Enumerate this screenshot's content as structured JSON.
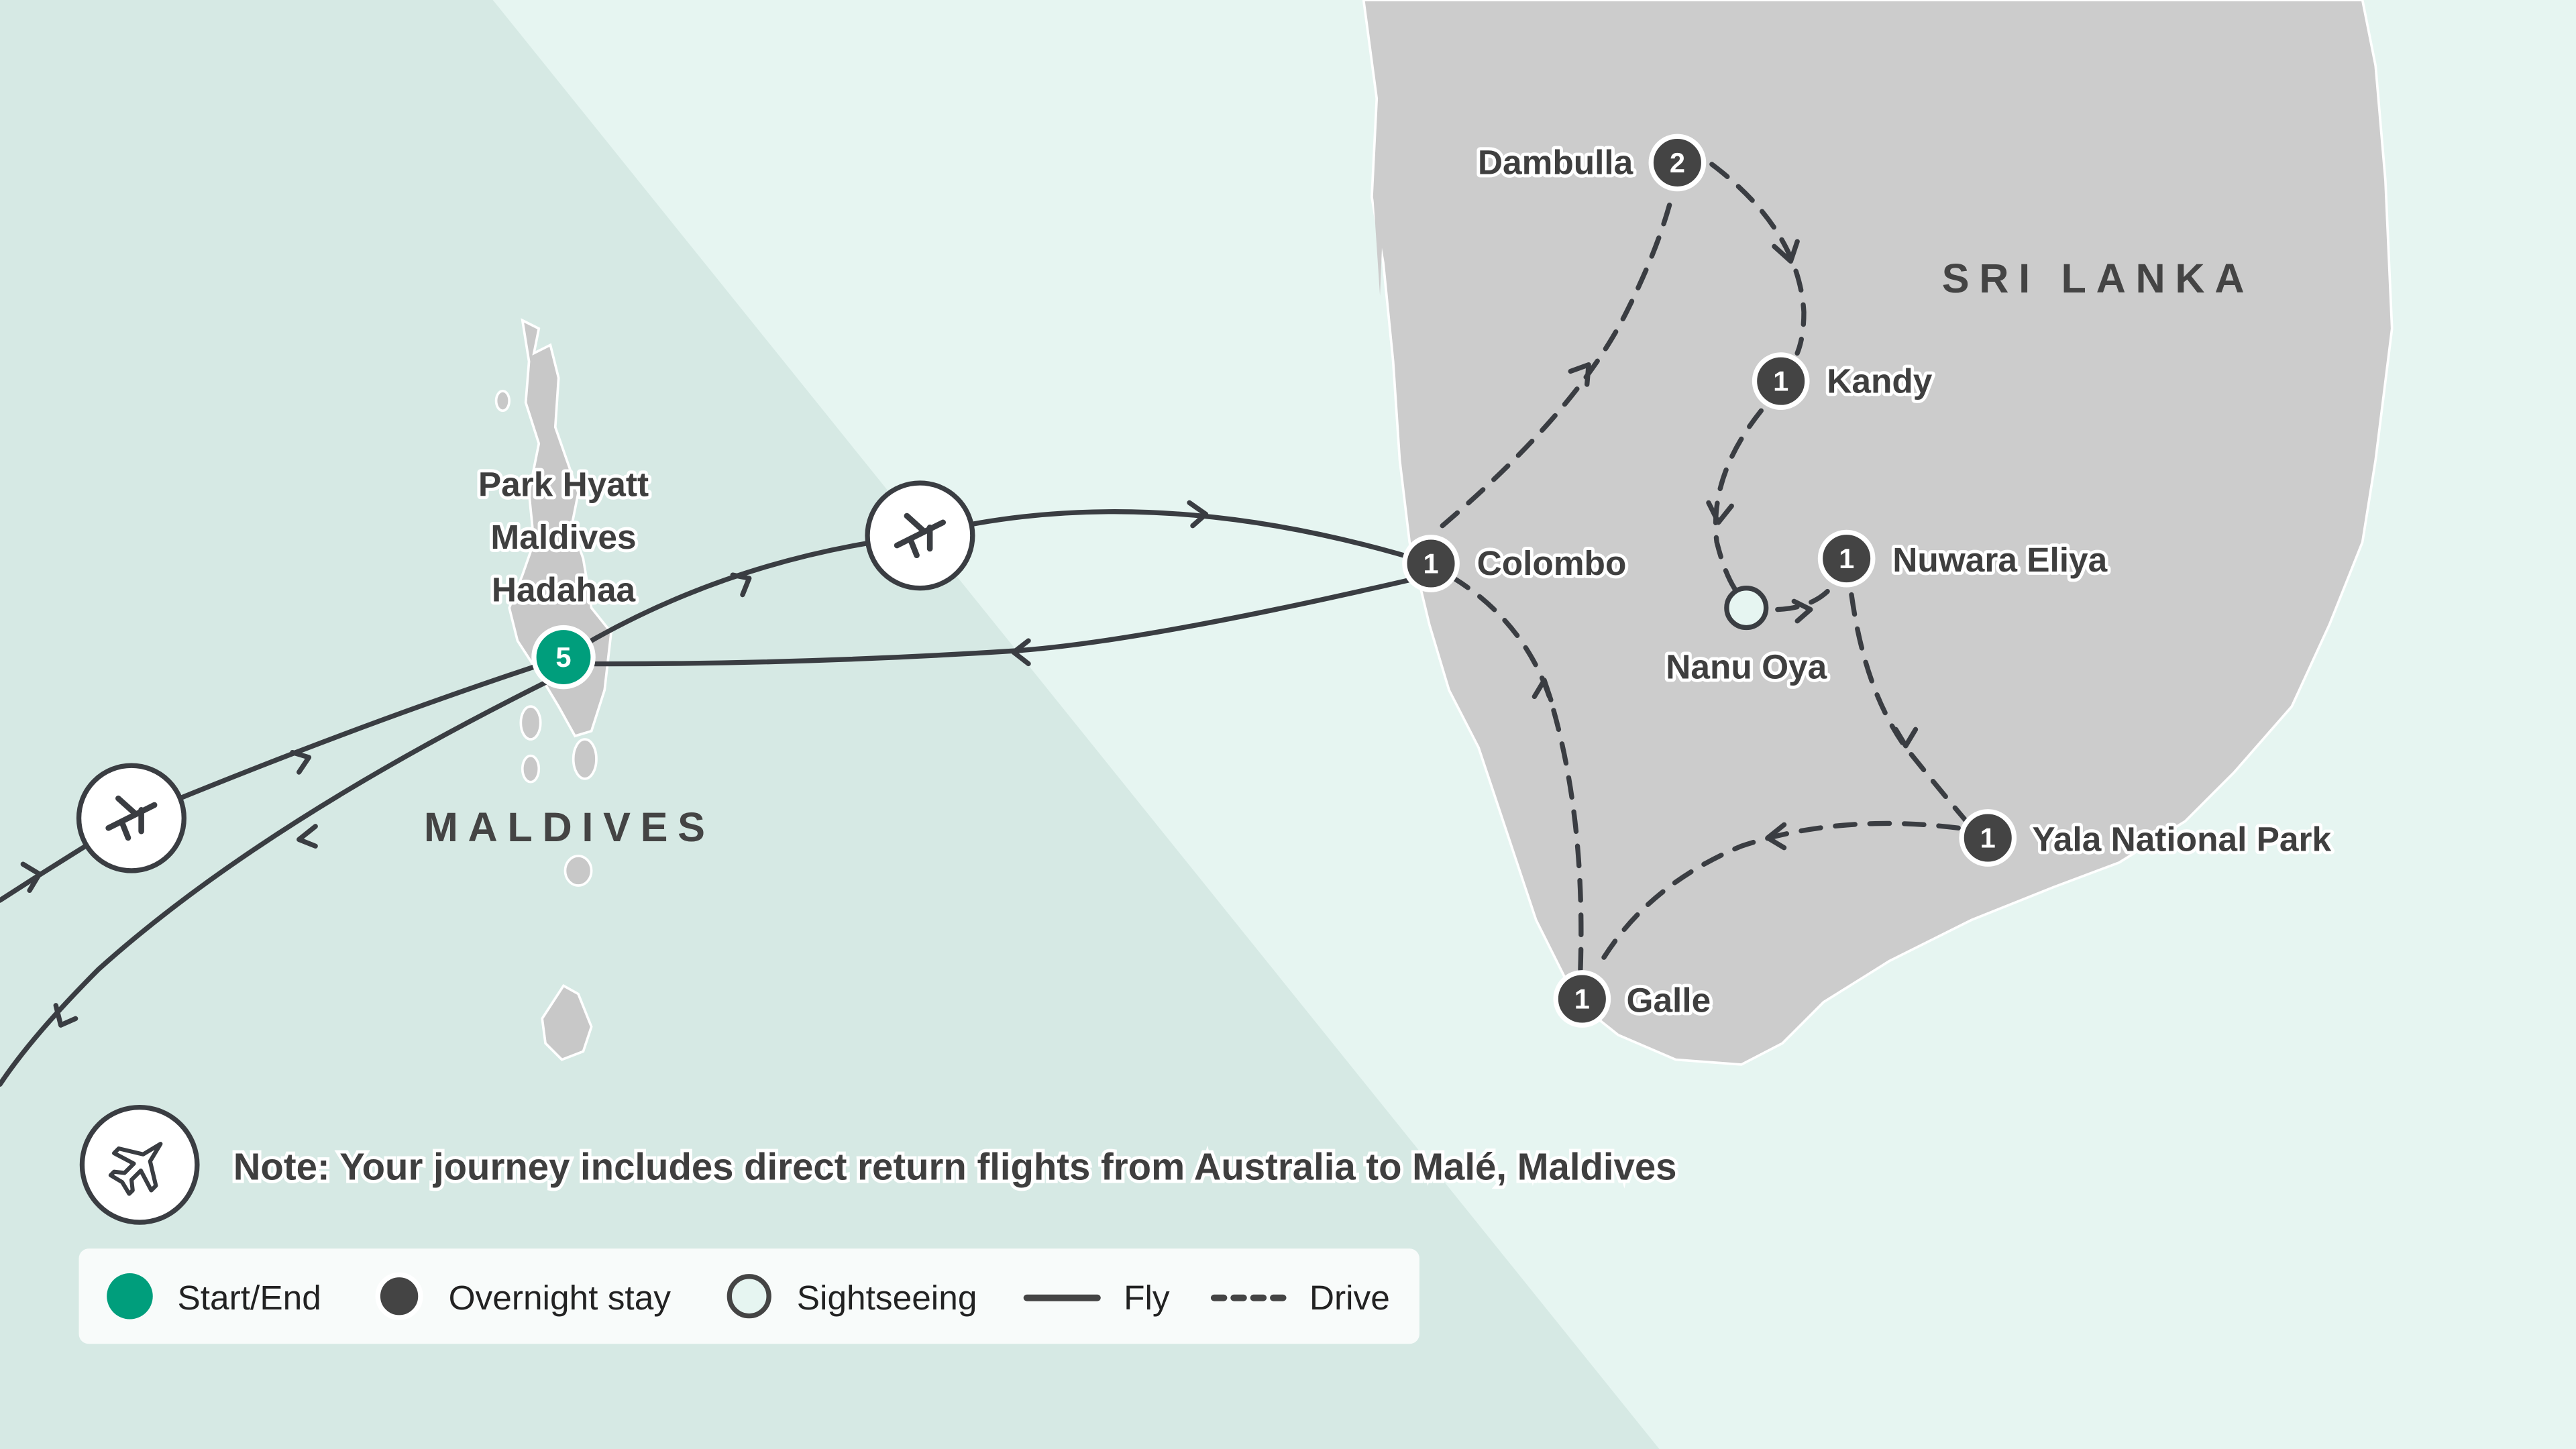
{
  "countries": {
    "maldives": "MALDIVES",
    "sri_lanka": "SRI LANKA"
  },
  "stops": [
    {
      "name": "Park Hyatt Maldives Hadahaa",
      "name_lines": [
        "Park Hyatt",
        "Maldives",
        "Hadahaa"
      ],
      "nights": "5",
      "type": "start-end"
    },
    {
      "name": "Colombo",
      "nights": "1",
      "type": "overnight"
    },
    {
      "name": "Dambulla",
      "nights": "2",
      "type": "overnight"
    },
    {
      "name": "Kandy",
      "nights": "1",
      "type": "overnight"
    },
    {
      "name": "Nanu Oya",
      "type": "sightseeing"
    },
    {
      "name": "Nuwara Eliya",
      "nights": "1",
      "type": "overnight"
    },
    {
      "name": "Yala National Park",
      "nights": "1",
      "type": "overnight"
    },
    {
      "name": "Galle",
      "nights": "1",
      "type": "overnight"
    }
  ],
  "note": "Note: Your journey includes direct return flights from Australia to Malé, Maldives",
  "legend": {
    "start_end": "Start/End",
    "overnight": "Overnight stay",
    "sightseeing": "Sightseeing",
    "fly": "Fly",
    "drive": "Drive"
  },
  "colors": {
    "start_end": "#009e7c",
    "overnight": "#444444",
    "sightseeing": "#e6f5f1",
    "route": "#3a3d42",
    "land": "#cccccc",
    "sea_light": "#e6f5f1",
    "sea_dark": "#d6e9e4"
  }
}
